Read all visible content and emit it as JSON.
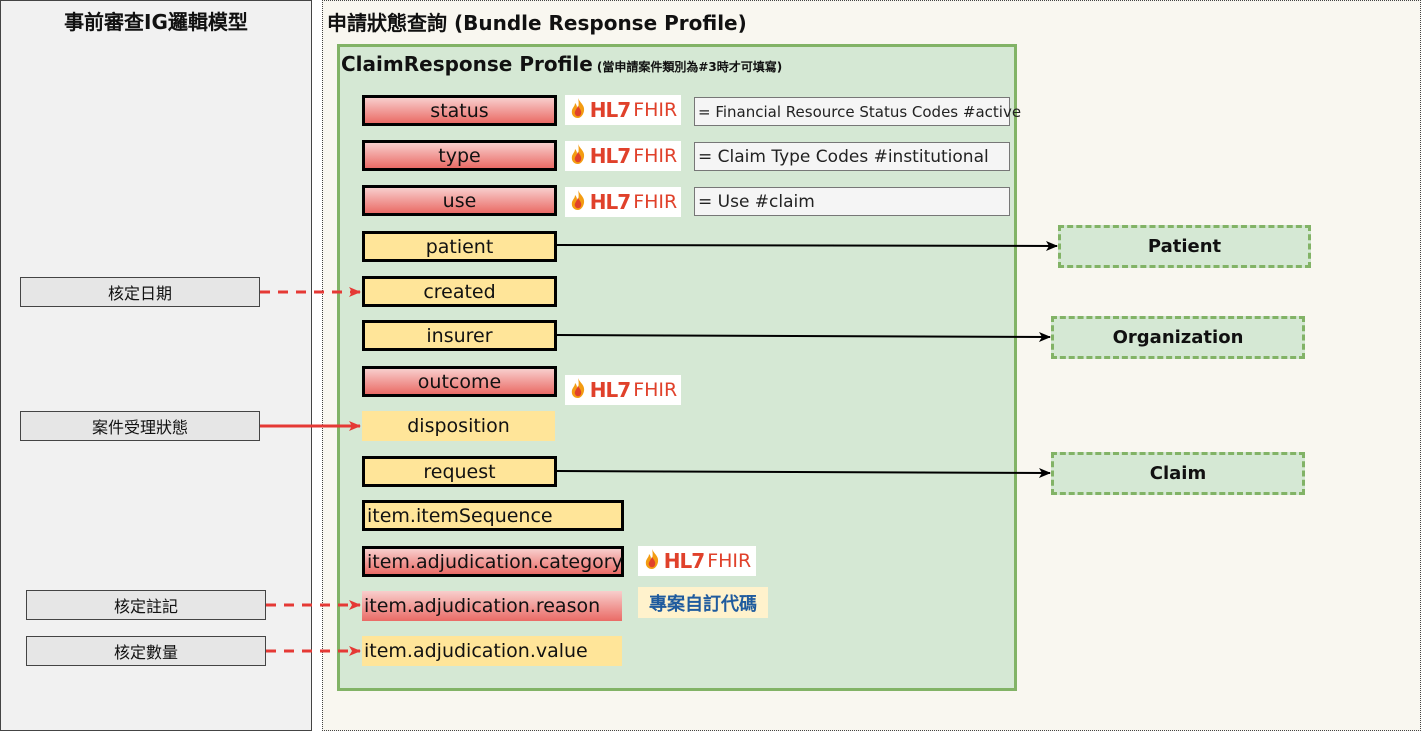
{
  "panels": {
    "left_title": "事前審查IG邏輯模型",
    "right_title": "申請狀態查詢 (Bundle Response Profile)"
  },
  "profile": {
    "title": "ClaimResponse Profile",
    "note": "(當申請案件類別為#3時才可填寫)"
  },
  "fhir_logo": {
    "hl7": "HL7",
    "fhir": "FHIR"
  },
  "fields": {
    "status": "status",
    "type": "type",
    "use": "use",
    "patient": "patient",
    "created": "created",
    "insurer": "insurer",
    "outcome": "outcome",
    "disposition": "disposition",
    "request": "request",
    "item_sequence": "item.itemSequence",
    "item_adj_category": "item.adjudication.category",
    "item_adj_reason": "item.adjudication.reason",
    "item_adj_value": "item.adjudication.value"
  },
  "fixed_values": {
    "status": "= Financial Resource Status Codes #active",
    "type": "= Claim Type Codes #institutional",
    "use": "= Use #claim"
  },
  "targets": {
    "patient": "Patient",
    "organization": "Organization",
    "claim": "Claim"
  },
  "model_items": {
    "approval_date": "核定日期",
    "case_status": "案件受理狀態",
    "approval_note": "核定註記",
    "approval_qty": "核定數量"
  },
  "custom_code": "專案自訂代碼",
  "colors": {
    "profile_fill": "#d5e8d4",
    "profile_border": "#82b366",
    "required_red": "#ea6b66",
    "element_yellow": "#ffe599",
    "arrow_red": "#e53935",
    "fhir_red": "#e0412b",
    "custom_code_blue": "#1f5b9e"
  }
}
